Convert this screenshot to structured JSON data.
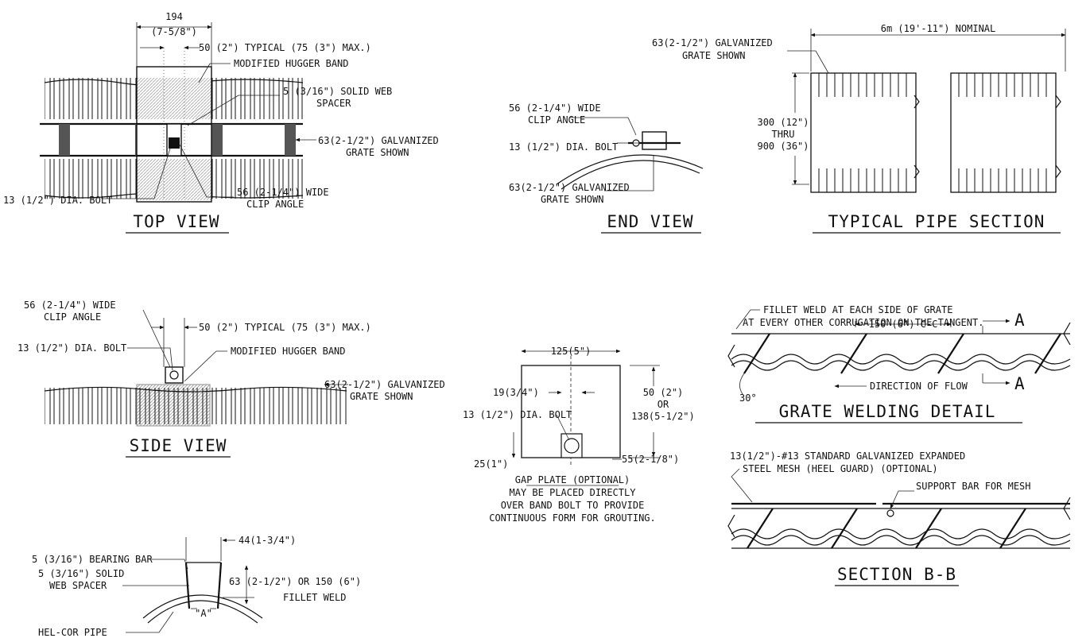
{
  "views": {
    "top": {
      "title": "TOP VIEW",
      "dim_width": "194",
      "dim_width_imperial": "(7-5/8\")",
      "typical": "50 (2\") TYPICAL (75 (3\") MAX.)",
      "band": "MODIFIED HUGGER BAND",
      "spacer_1": "5 (3/16\") SOLID WEB",
      "spacer_2": "SPACER",
      "grate_1": "63(2-1/2\") GALVANIZED",
      "grate_2": "GRATE SHOWN",
      "bolt": "13 (1/2\") DIA. BOLT",
      "clip_1": "56 (2-1/4\") WIDE",
      "clip_2": "CLIP ANGLE"
    },
    "end": {
      "title": "END VIEW",
      "clip_1": "56 (2-1/4\") WIDE",
      "clip_2": "CLIP ANGLE",
      "bolt": "13 (1/2\") DIA. BOLT",
      "grate_1": "63(2-1/2\") GALVANIZED",
      "grate_2": "GRATE SHOWN"
    },
    "pipe": {
      "title": "TYPICAL PIPE SECTION",
      "grate_1": "63(2-1/2\") GALVANIZED",
      "grate_2": "GRATE SHOWN",
      "length": "6m (19'-11\") NOMINAL",
      "dia_1": "300 (12\")",
      "dia_2": "THRU",
      "dia_3": "900 (36\")"
    },
    "side": {
      "title": "SIDE VIEW",
      "clip_1": "56 (2-1/4\") WIDE",
      "clip_2": "CLIP ANGLE",
      "typical": "50 (2\") TYPICAL (75 (3\") MAX.)",
      "bolt": "13 (1/2\") DIA. BOLT",
      "band": "MODIFIED HUGGER BAND",
      "grate_1": "63(2-1/2\") GALVANIZED",
      "grate_2": "GRATE SHOWN"
    },
    "gap": {
      "width": "125(5\")",
      "offset": "19(3/4\")",
      "bolt": "13 (1/2\") DIA. BOLT",
      "h_1": "50 (2\")",
      "h_2": "OR",
      "h_3": "138(5-1/2\")",
      "bottom": "25(1\")",
      "right": "55(2-1/8\")",
      "title": "GAP PLATE (OPTIONAL)",
      "note_1": "MAY BE PLACED DIRECTLY",
      "note_2": "OVER BAND BOLT TO PROVIDE",
      "note_3": "CONTINUOUS FORM FOR GROUTING."
    },
    "weld": {
      "title": "GRATE WELDING DETAIL",
      "note_1": "FILLET WELD AT EACH SIDE OF GRATE",
      "note_2": "AT EVERY OTHER CORRUGATION ON THE TANGENT.",
      "spacing": "150 (6\") C-C",
      "flow": "DIRECTION OF FLOW",
      "angle": "30°",
      "section": "A"
    },
    "bearing": {
      "bar": "5 (3/16\") BEARING BAR",
      "gap": "44(1-3/4\")",
      "spacer_1": "5 (3/16\") SOLID",
      "spacer_2": "WEB SPACER",
      "height": "63 (2-1/2\") OR 150 (6\")",
      "weld": "FILLET WELD",
      "pipe": "HEL-COR PIPE",
      "a": "\"A\""
    },
    "section_b": {
      "title": "SECTION B-B",
      "mesh_1": "13(1/2\")-#13 STANDARD GALVANIZED EXPANDED",
      "mesh_2": "STEEL MESH (HEEL GUARD) (OPTIONAL)",
      "support": "SUPPORT BAR FOR MESH"
    }
  }
}
